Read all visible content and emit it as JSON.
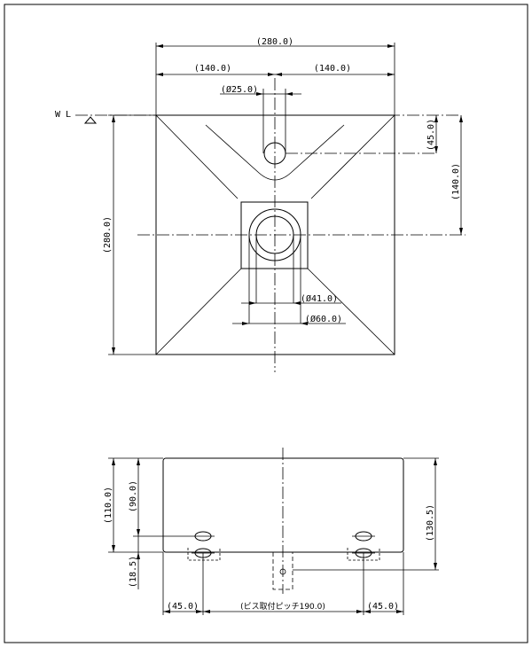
{
  "top_view": {
    "overall_width": "(280.0)",
    "half_left": "(140.0)",
    "half_right": "(140.0)",
    "overflow_dia": "(Ø25.0)",
    "wl_label": "W L",
    "overflow_offset": "(45.0)",
    "drain_offset": "(140.0)",
    "overall_depth": "(280.0)",
    "drain_inner_dia": "(Ø41.0)",
    "drain_outer_dia": "(Ø60.0)"
  },
  "front_view": {
    "height_total": "(110.0)",
    "height_to_screw": "(90.0)",
    "overall_height": "(130.5)",
    "flange_thickness": "(18.5)",
    "left_offset": "(45.0)",
    "screw_pitch": "(ビス取付ピッチ190.0)",
    "right_offset": "(45.0)"
  }
}
